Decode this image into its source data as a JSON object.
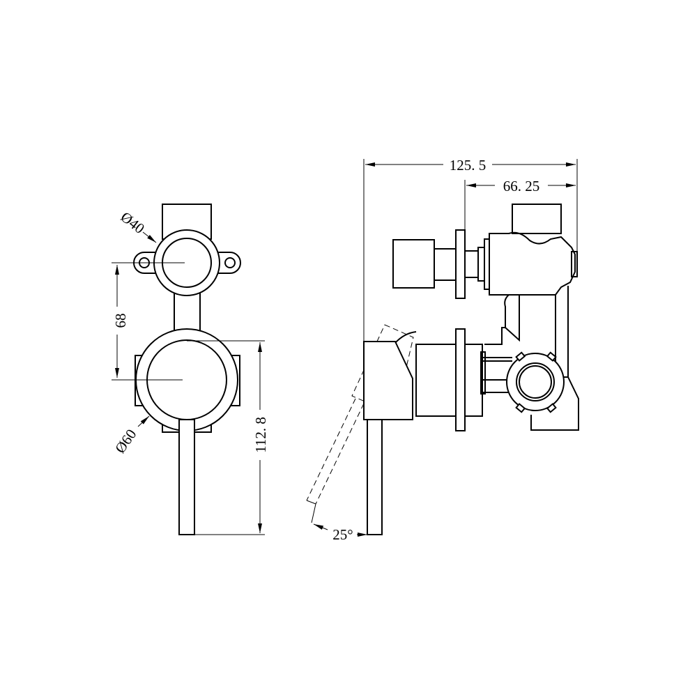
{
  "front_view": {
    "dim_small_diameter": "Ø40",
    "dim_large_diameter": "Ø60",
    "dim_center_distance": "68",
    "dim_total_height": "112. 8"
  },
  "side_view": {
    "dim_total_depth": "125. 5",
    "dim_rear_depth": "66. 25",
    "dim_lever_angle": "25°"
  }
}
